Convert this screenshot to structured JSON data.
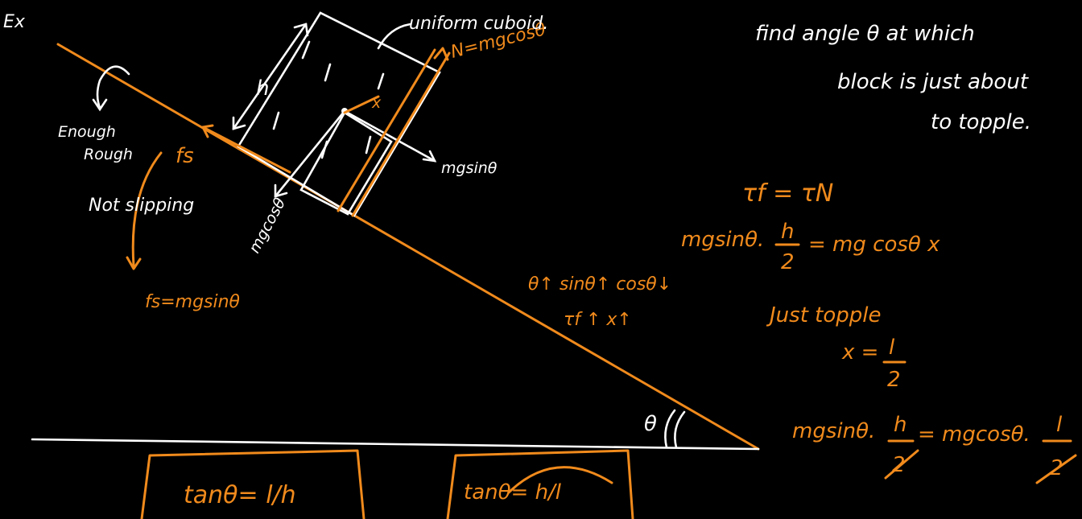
{
  "texts": {
    "example_tag": "Ex",
    "cuboid_label": "uniform cuboid.",
    "normal_force": "N=mgcosθ",
    "height_label": "h",
    "x_label": "x",
    "mgsin_label": "mgsinθ",
    "mgcos_label": "mgcosθ",
    "rough_enough": "Enough",
    "rough_rough": "Rough",
    "fs_label": "fs",
    "not_slipping": "Not slipping",
    "fs_eq": "fs=mgsinθ",
    "theta_trend": "θ↑ sinθ↑ cosθ↓",
    "torque_trend": "τf ↑ x↑",
    "theta_angle": "θ",
    "answer_box1": "tanθ= l/h",
    "answer_box2": "tanθ= h/l",
    "problem_line1": "find angle θ at which",
    "problem_line2": "block is just about",
    "problem_line3": "to topple.",
    "eq_torque": "τf = τN",
    "eq_line2_left": "mgsinθ.",
    "eq_line2_frac_num": "h",
    "eq_line2_frac_den": "2",
    "eq_line2_right": "= mg cosθ x",
    "just_topple": "Just topple",
    "x_eq_left": "x =",
    "x_eq_num": "l",
    "x_eq_den": "2",
    "final_left": "mgsinθ.",
    "final_h": "h",
    "final_2a": "2",
    "final_mid": "= mgcosθ.",
    "final_l": "l",
    "final_2b": "2"
  },
  "colors": {
    "background": "#000000",
    "chalk_white": "#ffffff",
    "chalk_orange": "#f08a1c"
  }
}
